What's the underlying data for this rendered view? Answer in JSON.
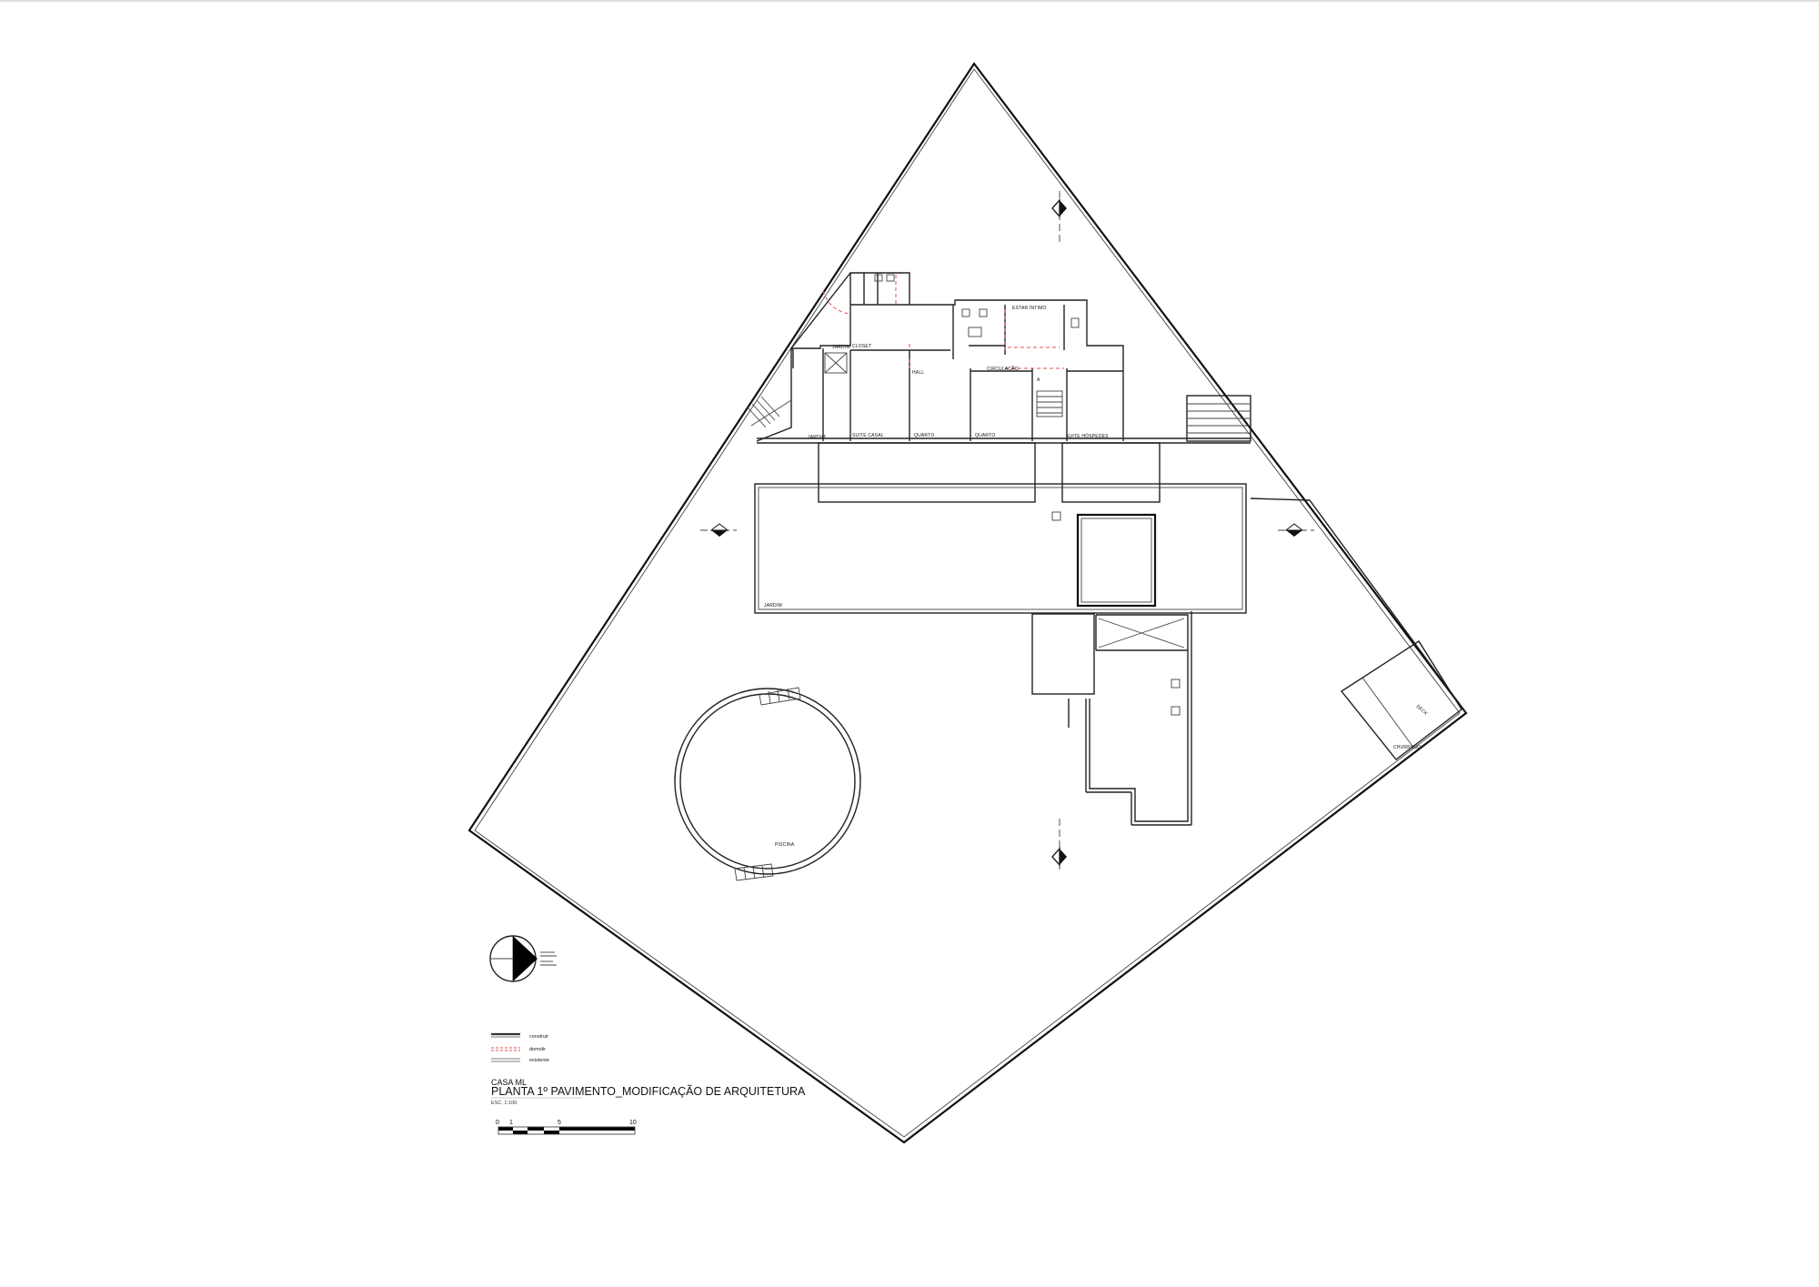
{
  "rooms": {
    "jardim_top": "JARDIM",
    "closet": "CLOSET",
    "hall": "HALL",
    "circulacao": "CIRCULAÇÃO",
    "estar_intimo": "ESTAR ÍNTIMO",
    "jardim_left": "JARDIM",
    "suite_casal": "SUITE CASAL",
    "quarto_1": "QUARTO",
    "quarto_2": "QUARTO",
    "suite_hospedes": "SUITE HÓSPEDES",
    "jardim_roof": "JARDIM",
    "piscina": "PISCINA",
    "deck": "DECK",
    "churrasco": "CHURRASQ.",
    "stair_a": "A"
  },
  "legend": {
    "construir": "construir",
    "demolir": "demolir",
    "existente": "existente"
  },
  "title_block": {
    "project": "CASA ML",
    "title": "PLANTA 1º PAVIMENTO_MODIFICAÇÃO DE ARQUITETURA",
    "scale": "ESC. 1:100"
  },
  "scale_bar": {
    "label_0": "0",
    "label_1": "1",
    "label_5": "5",
    "label_10": "10"
  },
  "colors": {
    "lines": "#222222",
    "demolish": "#e05050",
    "background": "#ffffff"
  }
}
